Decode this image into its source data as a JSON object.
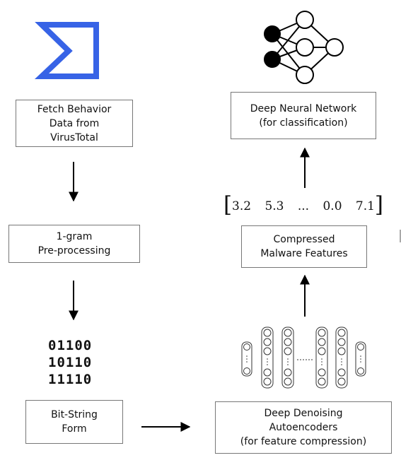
{
  "boxes": {
    "fetch": [
      "Fetch Behavior",
      "Data from",
      "VirusTotal"
    ],
    "ngram": [
      "1-gram",
      "Pre-processing"
    ],
    "bitstring": [
      "Bit-String",
      "Form"
    ],
    "dda": [
      "Deep Denoising",
      "Autoencoders",
      "(for feature compression)"
    ],
    "compressed": [
      "Compressed",
      "Malware Features"
    ],
    "dnn": [
      "Deep Neural Network",
      "(for classification)"
    ]
  },
  "bits": [
    "01100",
    "10110",
    "11110"
  ],
  "vector": [
    "3.2",
    "5.3",
    "...",
    "0.0",
    "7.1"
  ],
  "colors": {
    "logo": "#3763e6",
    "border": "#777777",
    "arrow": "#000000"
  },
  "icons": [
    "sigma-logo-icon",
    "neural-network-icon",
    "autoencoder-icon"
  ]
}
